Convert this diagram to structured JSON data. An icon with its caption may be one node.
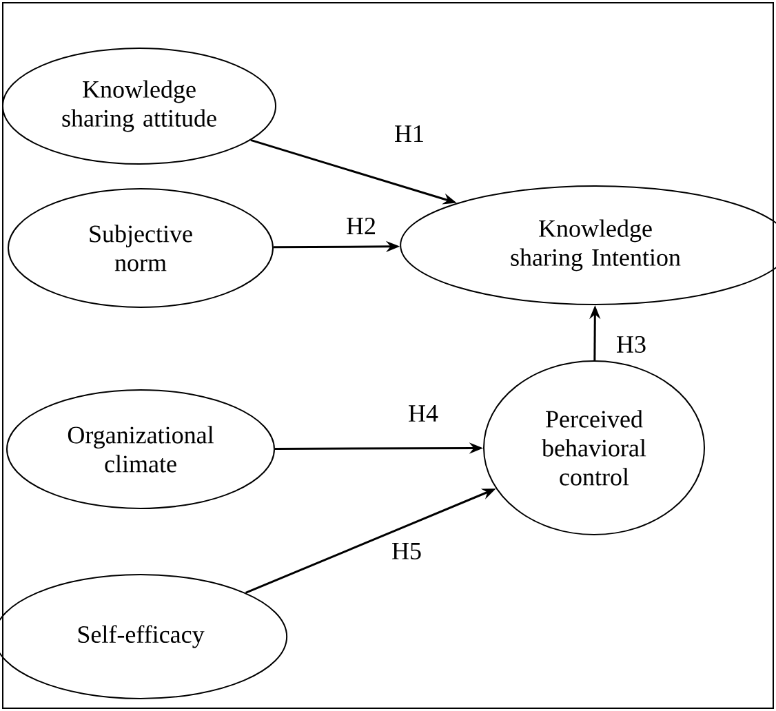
{
  "diagram": {
    "nodes": [
      {
        "text": [
          "Knowledge sharing attitude"
        ]
      },
      {
        "text": [
          "Subjective norm"
        ]
      },
      {
        "text": [
          "Knowledge sharing Intention"
        ]
      },
      {
        "text": [
          "Organizational climate"
        ]
      },
      {
        "text": [
          "Perceived behavioral control"
        ]
      },
      {
        "text": [
          "Self-efficacy"
        ]
      }
    ],
    "edges": [
      {
        "from": 0,
        "to": 2,
        "arrow": "to",
        "label": "H1"
      },
      {
        "from": 1,
        "to": 2,
        "arrow": "to",
        "label": "H2"
      },
      {
        "from": 4,
        "to": 2,
        "arrow": "to",
        "label": "H3"
      },
      {
        "from": 3,
        "to": 4,
        "arrow": "to",
        "label": "H4"
      },
      {
        "from": 5,
        "to": 4,
        "arrow": "to",
        "label": "H5"
      }
    ]
  }
}
